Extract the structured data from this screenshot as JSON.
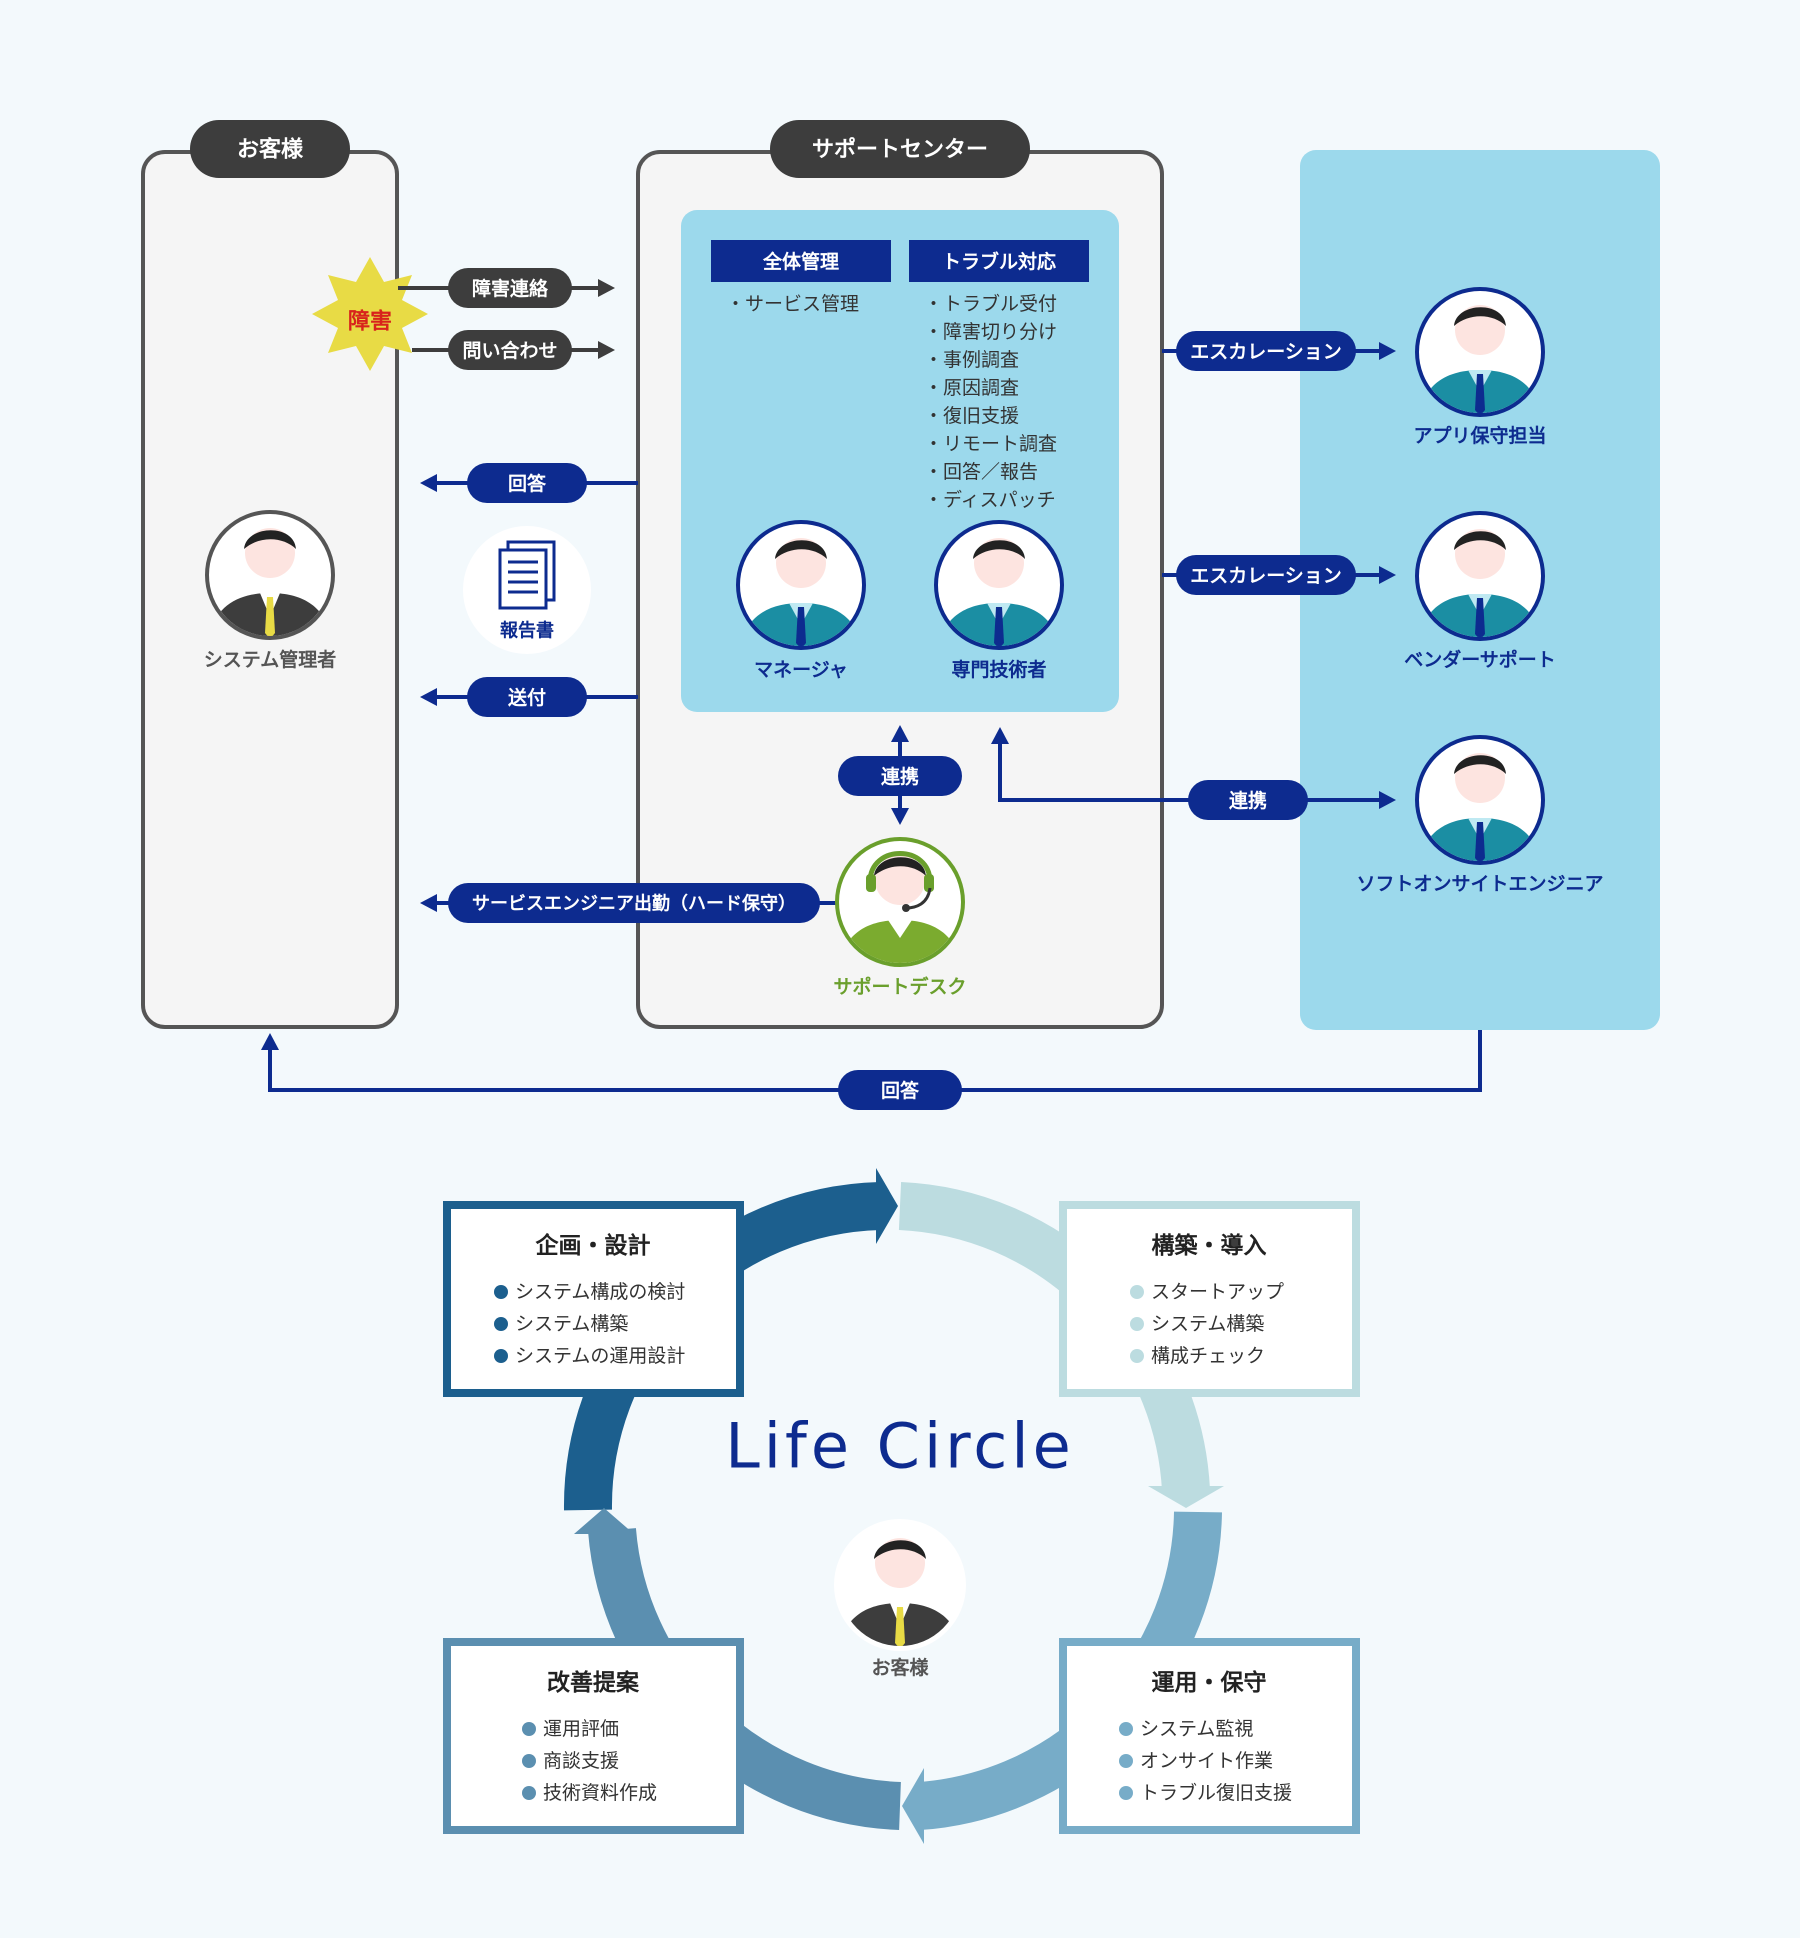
{
  "customer": {
    "title": "お客様",
    "admin_label": "システム管理者"
  },
  "support_center": {
    "title": "サポートセンター",
    "col1_header": "全体管理",
    "col1_items": [
      "・サービス管理"
    ],
    "col2_header": "トラブル対応",
    "col2_items": [
      "・トラブル受付",
      "・障害切り分け",
      "・事例調査",
      "・原因調査",
      "・復旧支援",
      "・リモート調査",
      "・回答／報告",
      "・ディスパッチ"
    ],
    "manager_label": "マネージャ",
    "engineer_label": "専門技術者",
    "desk_label": "サポートデスク"
  },
  "incident_label": "障害",
  "report_label": "報告書",
  "arrows": {
    "incident_contact": "障害連絡",
    "inquiry": "問い合わせ",
    "answer": "回答",
    "send": "送付",
    "collab_internal": "連携",
    "dispatch": "サービスエンジニア出勤（ハード保守）",
    "escalation_1": "エスカレーション",
    "escalation_2": "エスカレーション",
    "collab_external": "連携",
    "answer_bottom": "回答"
  },
  "partners": [
    {
      "label": "アプリ保守担当"
    },
    {
      "label": "ベンダーサポート"
    },
    {
      "label": "ソフトオンサイトエンジニア"
    }
  ],
  "life_circle": {
    "title": "Life Circle",
    "center_label": "お客様",
    "phases": [
      {
        "title": "企画・設計",
        "items": [
          "システム構成の検討",
          "システム構築",
          "システムの運用設計"
        ],
        "color": "#1c5f8e"
      },
      {
        "title": "構築・導入",
        "items": [
          "スタートアップ",
          "システム構築",
          "構成チェック"
        ],
        "color": "#bcdce0"
      },
      {
        "title": "運用・保守",
        "items": [
          "システム監視",
          "オンサイト作業",
          "トラブル復旧支援"
        ],
        "color": "#77acc8"
      },
      {
        "title": "改善提案",
        "items": [
          "運用評価",
          "商談支援",
          "技術資料作成"
        ],
        "color": "#5b8fb0"
      }
    ]
  },
  "colors": {
    "navy": "#0d2b8f",
    "dark": "#3d3d3d",
    "light_blue": "#9cd9ec",
    "green": "#6a9f2c",
    "red": "#d8231c",
    "yellow": "#e8db45"
  }
}
